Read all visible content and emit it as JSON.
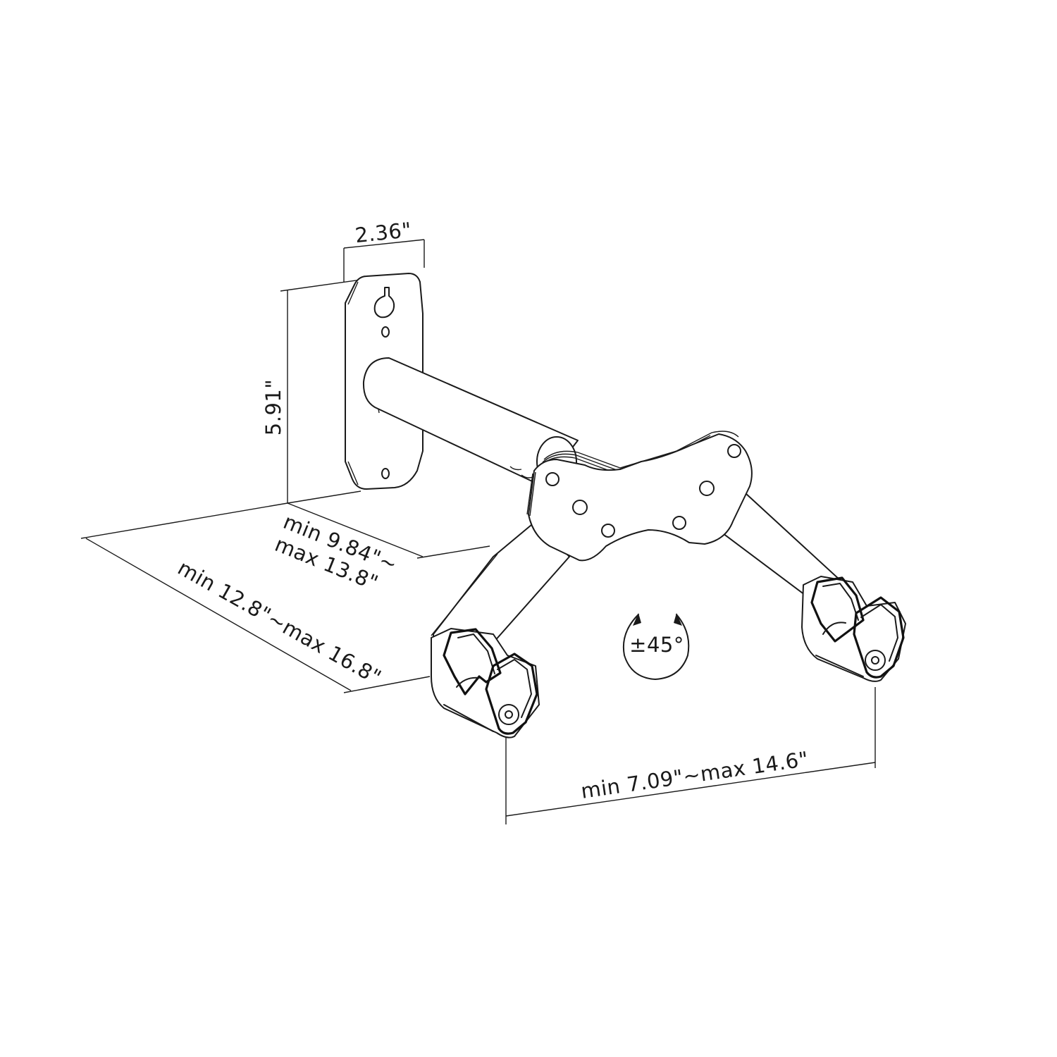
{
  "diagram": {
    "subject": "Wall-mounted dual-arm hanger bracket, dimensioned line drawing",
    "line_color": "#1a1a1a",
    "background": "#ffffff"
  },
  "dimensions": {
    "plate_width": "2.36\"",
    "plate_height": "5.91\"",
    "tube_reach": {
      "line1": "min 9.84\"~",
      "line2": "max 13.8\""
    },
    "total_reach": "min 12.8\"~max 16.8\"",
    "arm_spread": "min 7.09\"~max 14.6\"",
    "rotation": "±45°"
  },
  "components": {
    "wall_plate": {
      "holes": 3,
      "keyhole_slot": true
    },
    "support_tube": {},
    "center_hub": {
      "bolt_holes": 6
    },
    "left_cradle": {},
    "right_cradle": {}
  }
}
